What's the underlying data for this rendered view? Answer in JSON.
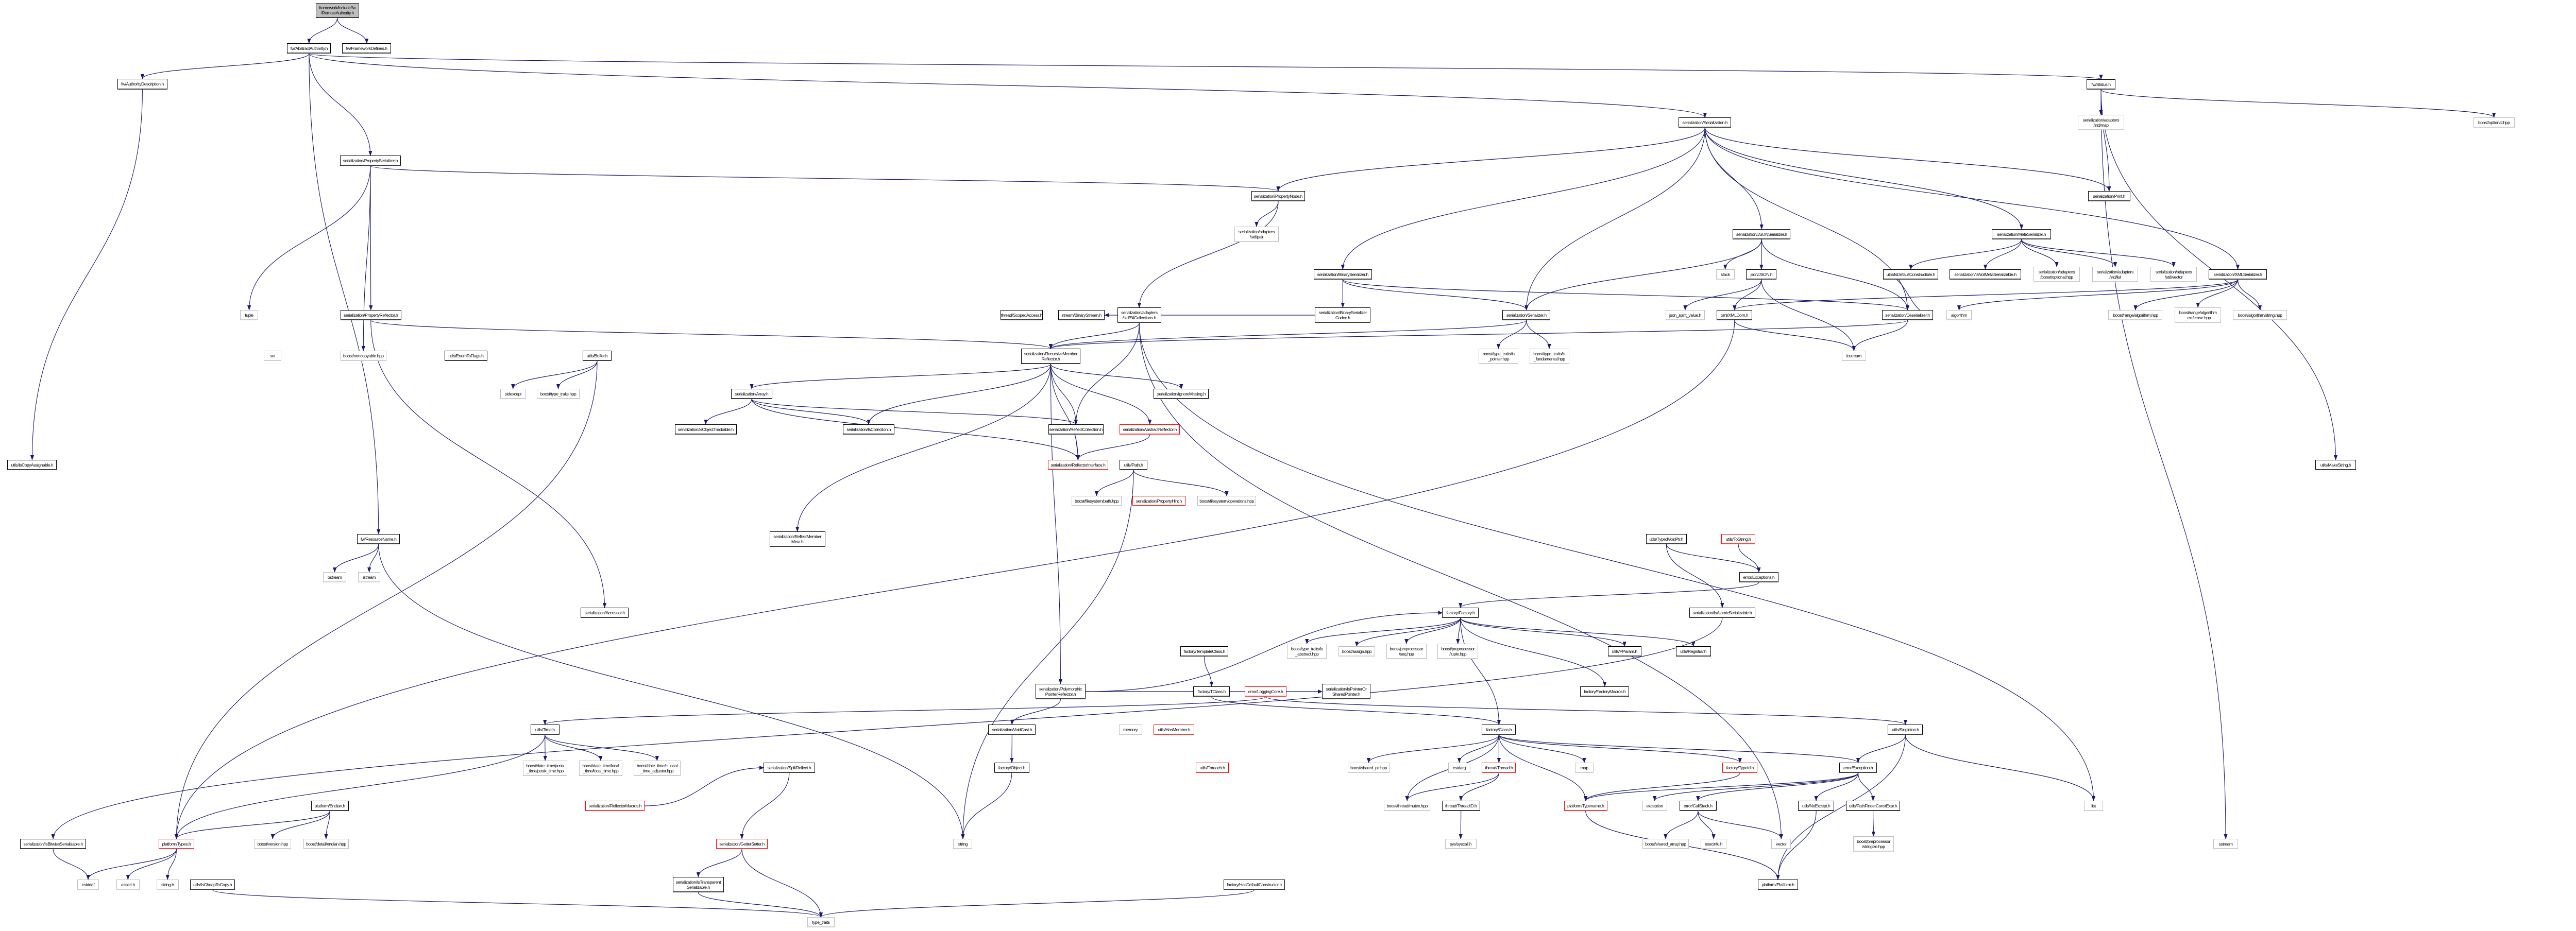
{
  "graph": {
    "title": "framework/include/fw/RemoteAuthority.h include dependency graph",
    "edge_color": "#191970",
    "nodes": {
      "root": {
        "label": "framework/include/fw\n/RemoteAuthority.h",
        "kind": "root"
      },
      "aa": {
        "label": "fw/AbstractAuthority.h",
        "kind": "node"
      },
      "fd": {
        "label": "fw/FrameworkDefines.h",
        "kind": "node"
      },
      "ad": {
        "label": "fw/AuthorityDescription.h",
        "kind": "node"
      },
      "ps": {
        "label": "serialization/PropertySerializer.h",
        "kind": "node"
      },
      "pn": {
        "label": "serialization/PropertyNode.h",
        "kind": "node"
      },
      "pair": {
        "label": "serialization/adapters\n/std/pair",
        "kind": "ext"
      },
      "ser": {
        "label": "serialization/Serialization.h",
        "kind": "node"
      },
      "json": {
        "label": "serialization/JSONSerializer.h",
        "kind": "node"
      },
      "st": {
        "label": "fw/Status.h",
        "kind": "node"
      },
      "amap": {
        "label": "serialization/adapters\n/std/map",
        "kind": "ext"
      },
      "bopt": {
        "label": "boost/optional.hpp",
        "kind": "ext"
      },
      "print": {
        "label": "serialization/Print.h",
        "kind": "node"
      },
      "meta": {
        "label": "serialization/MetaSerializer.h",
        "kind": "node"
      },
      "tuple": {
        "label": "tuple",
        "kind": "ext"
      },
      "pr": {
        "label": "serialization/PropertyReflector.h",
        "kind": "node"
      },
      "set": {
        "label": "set",
        "kind": "ext"
      },
      "nonc": {
        "label": "boost/noncopyable.hpp",
        "kind": "ext"
      },
      "etf": {
        "label": "utils/EnumToFlags.h",
        "kind": "node"
      },
      "buf": {
        "label": "utils/Buffer.h",
        "kind": "node"
      },
      "stdexcept": {
        "label": "stdexcept",
        "kind": "ext"
      },
      "btt": {
        "label": "boost/type_traits.hpp",
        "kind": "ext"
      },
      "ica": {
        "label": "utils/IsCopyAssignable.h",
        "kind": "node"
      },
      "sa": {
        "label": "thread/ScopedAccess.h",
        "kind": "node"
      },
      "bs": {
        "label": "stream/BinaryStream.h",
        "kind": "node"
      },
      "stl": {
        "label": "serialization/adapters\n/std/StlCollections.h",
        "kind": "node"
      },
      "rmr": {
        "label": "serialization/RecursiveMember\nReflector.h",
        "kind": "node"
      },
      "arr": {
        "label": "serialization/Array.h",
        "kind": "node"
      },
      "ign": {
        "label": "serialization/IgnoreMissing.h",
        "kind": "node"
      },
      "iot": {
        "label": "serialization/IsObjectTrackable.h",
        "kind": "node"
      },
      "icol": {
        "label": "serialization/IsCollection.h",
        "kind": "node"
      },
      "rc": {
        "label": "serialization/ReflectCollection.h",
        "kind": "node"
      },
      "ar": {
        "label": "serialization/AbstractReflector.h",
        "kind": "red"
      },
      "ri": {
        "label": "serialization/ReflectorInterface.h",
        "kind": "red"
      },
      "path": {
        "label": "utils/Path.h",
        "kind": "node"
      },
      "bins": {
        "label": "serialization/BinarySerializer.h",
        "kind": "node"
      },
      "binc": {
        "label": "serialization/BinarySerializer\nCodec.h",
        "kind": "node"
      },
      "sz": {
        "label": "serialization/Serializer.h",
        "kind": "node"
      },
      "stack": {
        "label": "stack",
        "kind": "ext"
      },
      "jsonh": {
        "label": "json/JSON.h",
        "kind": "node"
      },
      "idc": {
        "label": "utils/IsDefaultConstructible.h",
        "kind": "node"
      },
      "jsv": {
        "label": "json_spirit_value.h",
        "kind": "ext"
      },
      "xml": {
        "label": "xml/XMLDom.h",
        "kind": "node"
      },
      "des": {
        "label": "serialization/Deserializer.h",
        "kind": "node"
      },
      "isp": {
        "label": "boost/type_traits/is\n_pointer.hpp",
        "kind": "ext"
      },
      "isf": {
        "label": "boost/type_traits/is\n_fundamental.hpp",
        "kind": "ext"
      },
      "iostream": {
        "label": "iostream",
        "kind": "ext"
      },
      "algo": {
        "label": "algorithm",
        "kind": "ext"
      },
      "inms": {
        "label": "serialization/IsNotMetaSerializable.h",
        "kind": "node"
      },
      "aopt": {
        "label": "serialization/adapters\n/boost/optional.hpp",
        "kind": "ext"
      },
      "alist": {
        "label": "serialization/adapters\n/std/list",
        "kind": "ext"
      },
      "avec": {
        "label": "serialization/adapters\n/std/vector",
        "kind": "ext"
      },
      "xmls": {
        "label": "serialization/XMLSerializer.h",
        "kind": "node"
      },
      "bra": {
        "label": "boost/range/algorithm.hpp",
        "kind": "ext"
      },
      "bre": {
        "label": "boost/range/algorithm\n_ext/erase.hpp",
        "kind": "ext"
      },
      "bas": {
        "label": "boost/algorithm/string.hpp",
        "kind": "ext"
      },
      "ms": {
        "label": "utils/MakeString.h",
        "kind": "node"
      },
      "rn": {
        "label": "fw/ResourceName.h",
        "kind": "node"
      },
      "ostream": {
        "label": "ostream",
        "kind": "ext"
      },
      "istream": {
        "label": "istream",
        "kind": "ext"
      },
      "acc": {
        "label": "serialization/Accessor.h",
        "kind": "node"
      },
      "bfp": {
        "label": "boost/filesystem/path.hpp",
        "kind": "ext"
      },
      "ph": {
        "label": "serialization/PropertyHint.h",
        "kind": "red"
      },
      "bfo": {
        "label": "boost/filesystem/operations.hpp",
        "kind": "ext"
      },
      "rmm": {
        "label": "serialization/ReflectMember\nMeta.h",
        "kind": "node"
      },
      "tc": {
        "label": "factory/TemplateClass.h",
        "kind": "node"
      },
      "ppr": {
        "label": "serialization/Polymorphic\nPointerReflector.h",
        "kind": "node"
      },
      "tcl": {
        "label": "factory/TClass.h",
        "kind": "node"
      },
      "lc": {
        "label": "error/LoggingCore.h",
        "kind": "red"
      },
      "tvp": {
        "label": "utils/TypedVoidPtr.h",
        "kind": "node"
      },
      "ts": {
        "label": "utils/ToString.h",
        "kind": "red"
      },
      "exs": {
        "label": "error/Exceptions.h",
        "kind": "node"
      },
      "fac": {
        "label": "factory/Factory.h",
        "kind": "node"
      },
      "ias": {
        "label": "serialization/IsAtomicSerializable.h",
        "kind": "node"
      },
      "isa": {
        "label": "boost/type_traits/is\n_abstract.hpp",
        "kind": "ext"
      },
      "basg": {
        "label": "boost/assign.hpp",
        "kind": "ext"
      },
      "bps": {
        "label": "boost/preprocessor\n/seq.hpp",
        "kind": "ext"
      },
      "bpt": {
        "label": "boost/preprocessor\n/tuple.hpp",
        "kind": "ext"
      },
      "pp": {
        "label": "utils/PParam.h",
        "kind": "node"
      },
      "reg": {
        "label": "utils/Registrar.h",
        "kind": "node"
      },
      "ipsp": {
        "label": "serialization/IsPointerOr\nSharedPointer.h",
        "kind": "node"
      },
      "fm": {
        "label": "factory/FactoryMacros.h",
        "kind": "node"
      },
      "time": {
        "label": "utils/Time.h",
        "kind": "node"
      },
      "dtp": {
        "label": "boost/date_time/posix\n_time/posix_time.hpp",
        "kind": "ext"
      },
      "dtl": {
        "label": "boost/date_time/local\n_time/local_time.hpp",
        "kind": "ext"
      },
      "dtc": {
        "label": "boost/date_time/c_local\n_time_adjustor.hpp",
        "kind": "ext"
      },
      "rmac": {
        "label": "serialization/ReflectorMacros.h",
        "kind": "red"
      },
      "end": {
        "label": "platform/Endian.h",
        "kind": "node"
      },
      "ibs": {
        "label": "serialization/IsBitwiseSerializable.h",
        "kind": "node"
      },
      "types": {
        "label": "platform/Types.h",
        "kind": "red"
      },
      "bver": {
        "label": "boost/version.hpp",
        "kind": "ext"
      },
      "bde": {
        "label": "boost/detail/endian.hpp",
        "kind": "ext"
      },
      "cstddef": {
        "label": "cstddef",
        "kind": "ext"
      },
      "assert": {
        "label": "assert.h",
        "kind": "ext"
      },
      "stringh": {
        "label": "string.h",
        "kind": "ext"
      },
      "ictc": {
        "label": "utils/IsCheapToCopy.h",
        "kind": "node"
      },
      "vc": {
        "label": "serialization/VoidCast.h",
        "kind": "node"
      },
      "memory": {
        "label": "memory",
        "kind": "ext"
      },
      "hm": {
        "label": "utils/HasMember.h",
        "kind": "red"
      },
      "sr": {
        "label": "serialization/SplitReflect.h",
        "kind": "node"
      },
      "obj": {
        "label": "factory/Object.h",
        "kind": "node"
      },
      "fe": {
        "label": "utils/Foreach.h",
        "kind": "red"
      },
      "gs": {
        "label": "serialization/GetterSetter.h",
        "kind": "red"
      },
      "string": {
        "label": "string",
        "kind": "ext"
      },
      "its": {
        "label": "serialization/IsTransparent\nSerializable.h",
        "kind": "node"
      },
      "hdc": {
        "label": "factory/HasDefaultConstructor.h",
        "kind": "node"
      },
      "tt": {
        "label": "type_traits",
        "kind": "ext"
      },
      "cls": {
        "label": "factory/Class.h",
        "kind": "node"
      },
      "sing": {
        "label": "utils/Singleton.h",
        "kind": "node"
      },
      "bsp": {
        "label": "boost/shared_ptr.hpp",
        "kind": "ext"
      },
      "cstdarg": {
        "label": "cstdarg",
        "kind": "ext"
      },
      "thr": {
        "label": "thread/Thread.h",
        "kind": "red"
      },
      "map": {
        "label": "map",
        "kind": "ext"
      },
      "tid": {
        "label": "factory/TypeId.h",
        "kind": "red"
      },
      "exc": {
        "label": "error/Exception.h",
        "kind": "node"
      },
      "mutex": {
        "label": "boost/thread/mutex.hpp",
        "kind": "ext"
      },
      "thid": {
        "label": "thread/ThreadID.h",
        "kind": "node"
      },
      "tn": {
        "label": "platform/Typename.h",
        "kind": "red"
      },
      "exception": {
        "label": "exception",
        "kind": "ext"
      },
      "cs": {
        "label": "error/CallStack.h",
        "kind": "node"
      },
      "ne": {
        "label": "utils/NoExcept.h",
        "kind": "node"
      },
      "pfc": {
        "label": "utils/PathFinderConstExpr.h",
        "kind": "node"
      },
      "sys": {
        "label": "sys/syscall.h",
        "kind": "ext"
      },
      "bsa": {
        "label": "boost/shared_array.hpp",
        "kind": "ext"
      },
      "exi": {
        "label": "execinfo.h",
        "kind": "ext"
      },
      "vector": {
        "label": "vector",
        "kind": "ext"
      },
      "stz": {
        "label": "boost/preprocessor\n/stringize.hpp",
        "kind": "ext"
      },
      "plat": {
        "label": "platform/Platform.h",
        "kind": "node"
      },
      "list": {
        "label": "list",
        "kind": "ext"
      },
      "sstream": {
        "label": "sstream",
        "kind": "ext"
      }
    },
    "edges": [
      [
        "root",
        "aa"
      ],
      [
        "root",
        "fd"
      ],
      [
        "aa",
        "ad"
      ],
      [
        "aa",
        "st"
      ],
      [
        "aa",
        "rn"
      ],
      [
        "aa",
        "ps"
      ],
      [
        "aa",
        "ser"
      ],
      [
        "ad",
        "ica"
      ],
      [
        "ps",
        "pr"
      ],
      [
        "ps",
        "tuple"
      ],
      [
        "ps",
        "pn"
      ],
      [
        "ps",
        "nonc"
      ],
      [
        "pn",
        "pair"
      ],
      [
        "pn",
        "stl"
      ],
      [
        "st",
        "amap"
      ],
      [
        "st",
        "bopt"
      ],
      [
        "st",
        "print"
      ],
      [
        "st",
        "ms"
      ],
      [
        "st",
        "sstream"
      ],
      [
        "ser",
        "json"
      ],
      [
        "ser",
        "bins"
      ],
      [
        "ser",
        "sz"
      ],
      [
        "ser",
        "des"
      ],
      [
        "ser",
        "meta"
      ],
      [
        "ser",
        "xmls"
      ],
      [
        "ser",
        "print"
      ],
      [
        "ser",
        "pn"
      ],
      [
        "json",
        "jsonh"
      ],
      [
        "json",
        "stack"
      ],
      [
        "json",
        "sz"
      ],
      [
        "json",
        "des"
      ],
      [
        "jsonh",
        "jsv"
      ],
      [
        "jsonh",
        "iostream"
      ],
      [
        "jsonh",
        "xml"
      ],
      [
        "xml",
        "iostream"
      ],
      [
        "xml",
        "types"
      ],
      [
        "sz",
        "isp"
      ],
      [
        "sz",
        "isf"
      ],
      [
        "sz",
        "rmr"
      ],
      [
        "bins",
        "binc"
      ],
      [
        "bins",
        "sz"
      ],
      [
        "bins",
        "des"
      ],
      [
        "binc",
        "bs"
      ],
      [
        "xmls",
        "bra"
      ],
      [
        "xmls",
        "bre"
      ],
      [
        "xmls",
        "bas"
      ],
      [
        "xmls",
        "algo"
      ],
      [
        "xmls",
        "xml"
      ],
      [
        "meta",
        "inms"
      ],
      [
        "meta",
        "aopt"
      ],
      [
        "meta",
        "alist"
      ],
      [
        "meta",
        "avec"
      ],
      [
        "meta",
        "idc"
      ],
      [
        "des",
        "idc"
      ],
      [
        "des",
        "iostream"
      ],
      [
        "des",
        "rmr"
      ],
      [
        "buf",
        "stdexcept"
      ],
      [
        "buf",
        "btt"
      ],
      [
        "buf",
        "types"
      ],
      [
        "stl",
        "rmr"
      ],
      [
        "stl",
        "rc"
      ],
      [
        "stl",
        "list"
      ],
      [
        "stl",
        "vector"
      ],
      [
        "rmr",
        "arr"
      ],
      [
        "rmr",
        "icol"
      ],
      [
        "rmr",
        "rc"
      ],
      [
        "rmr",
        "ar"
      ],
      [
        "rmr",
        "ign"
      ],
      [
        "rmr",
        "ri"
      ],
      [
        "rmr",
        "ppr"
      ],
      [
        "rmr",
        "rmm"
      ],
      [
        "arr",
        "iot"
      ],
      [
        "arr",
        "icol"
      ],
      [
        "arr",
        "rc"
      ],
      [
        "arr",
        "ri"
      ],
      [
        "rc",
        "ri"
      ],
      [
        "ar",
        "ri"
      ],
      [
        "path",
        "bfp"
      ],
      [
        "path",
        "bfo"
      ],
      [
        "path",
        "string"
      ],
      [
        "rn",
        "ostream"
      ],
      [
        "rn",
        "istream"
      ],
      [
        "rn",
        "string"
      ],
      [
        "pr",
        "acc"
      ],
      [
        "pr",
        "rmr"
      ],
      [
        "fac",
        "isa"
      ],
      [
        "fac",
        "basg"
      ],
      [
        "fac",
        "bps"
      ],
      [
        "fac",
        "bpt"
      ],
      [
        "fac",
        "pp"
      ],
      [
        "fac",
        "reg"
      ],
      [
        "fac",
        "fm"
      ],
      [
        "fac",
        "cls"
      ],
      [
        "exs",
        "fac"
      ],
      [
        "tvp",
        "exs"
      ],
      [
        "ts",
        "exs"
      ],
      [
        "tvp",
        "ias"
      ],
      [
        "ias",
        "ibs"
      ],
      [
        "tc",
        "tcl"
      ],
      [
        "tcl",
        "cls"
      ],
      [
        "ppr",
        "fac"
      ],
      [
        "ppr",
        "ipsp"
      ],
      [
        "ppr",
        "vc"
      ],
      [
        "lc",
        "time"
      ],
      [
        "lc",
        "sing"
      ],
      [
        "time",
        "dtp"
      ],
      [
        "time",
        "dtl"
      ],
      [
        "time",
        "dtc"
      ],
      [
        "time",
        "types"
      ],
      [
        "end",
        "types"
      ],
      [
        "end",
        "bver"
      ],
      [
        "end",
        "bde"
      ],
      [
        "ibs",
        "cstddef"
      ],
      [
        "types",
        "cstddef"
      ],
      [
        "types",
        "assert"
      ],
      [
        "types",
        "stringh"
      ],
      [
        "ictc",
        "tt"
      ],
      [
        "vc",
        "obj"
      ],
      [
        "obj",
        "string"
      ],
      [
        "gs",
        "its"
      ],
      [
        "gs",
        "tt"
      ],
      [
        "its",
        "tt"
      ],
      [
        "hdc",
        "tt"
      ],
      [
        "sr",
        "gs"
      ],
      [
        "rmac",
        "sr"
      ],
      [
        "cls",
        "bsp"
      ],
      [
        "cls",
        "cstdarg"
      ],
      [
        "cls",
        "thr"
      ],
      [
        "cls",
        "map"
      ],
      [
        "cls",
        "tid"
      ],
      [
        "cls",
        "exc"
      ],
      [
        "cls",
        "tn"
      ],
      [
        "cls",
        "mutex"
      ],
      [
        "thr",
        "mutex"
      ],
      [
        "thr",
        "thid"
      ],
      [
        "thid",
        "sys"
      ],
      [
        "tid",
        "tn"
      ],
      [
        "exc",
        "cs"
      ],
      [
        "exc",
        "ne"
      ],
      [
        "exc",
        "pfc"
      ],
      [
        "exc",
        "exception"
      ],
      [
        "exc",
        "tn"
      ],
      [
        "cs",
        "bsa"
      ],
      [
        "cs",
        "exi"
      ],
      [
        "cs",
        "vector"
      ],
      [
        "pfc",
        "stz"
      ],
      [
        "tn",
        "plat"
      ],
      [
        "ne",
        "plat"
      ],
      [
        "sing",
        "plat"
      ],
      [
        "sing",
        "exc"
      ],
      [
        "sing",
        "list"
      ]
    ]
  }
}
